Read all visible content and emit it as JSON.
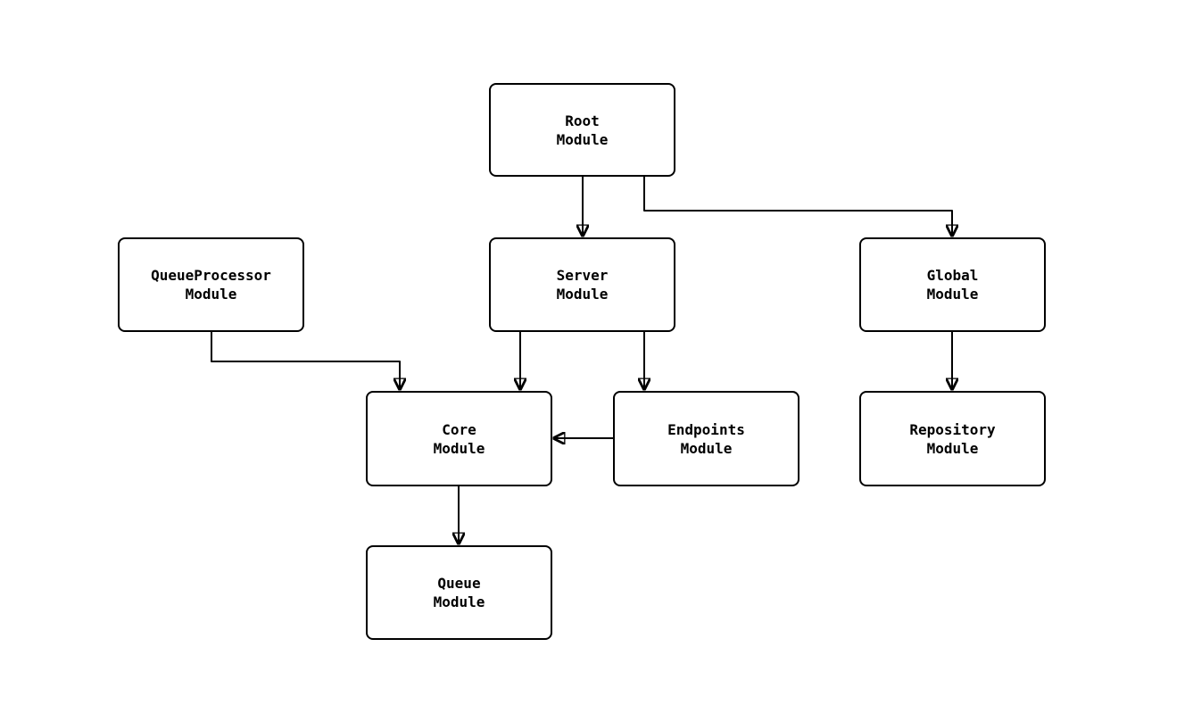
{
  "diagram": {
    "type": "flowchart",
    "colors": {
      "background": "#ffffff",
      "node_fill": "#ffffff",
      "node_border": "#000000",
      "edge_stroke": "#000000",
      "text": "#000000"
    },
    "nodes": [
      {
        "id": "root",
        "line1": "Root",
        "line2": "Module"
      },
      {
        "id": "queueprocessor",
        "line1": "QueueProcessor",
        "line2": "Module"
      },
      {
        "id": "server",
        "line1": "Server",
        "line2": "Module"
      },
      {
        "id": "global",
        "line1": "Global",
        "line2": "Module"
      },
      {
        "id": "core",
        "line1": "Core",
        "line2": "Module"
      },
      {
        "id": "endpoints",
        "line1": "Endpoints",
        "line2": "Module"
      },
      {
        "id": "repository",
        "line1": "Repository",
        "line2": "Module"
      },
      {
        "id": "queue",
        "line1": "Queue",
        "line2": "Module"
      }
    ],
    "edges": [
      {
        "from": "Root Module",
        "to": "Server Module"
      },
      {
        "from": "Root Module",
        "to": "Global Module"
      },
      {
        "from": "QueueProcessor Module",
        "to": "Core Module"
      },
      {
        "from": "Server Module",
        "to": "Core Module"
      },
      {
        "from": "Server Module",
        "to": "Endpoints Module"
      },
      {
        "from": "Endpoints Module",
        "to": "Core Module"
      },
      {
        "from": "Global Module",
        "to": "Repository Module"
      },
      {
        "from": "Core Module",
        "to": "Queue Module"
      }
    ]
  }
}
